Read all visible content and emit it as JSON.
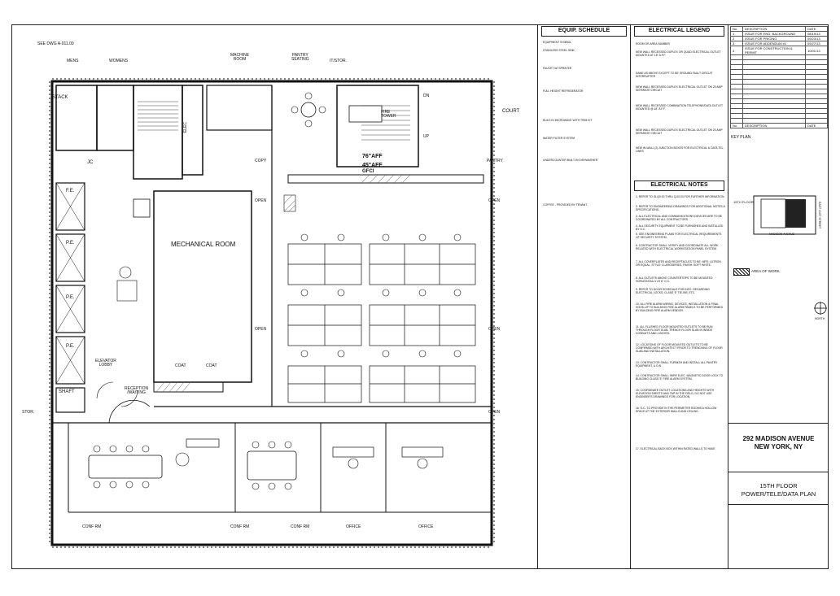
{
  "plan": {
    "ref_note": "SEE DWG\nA-011.00",
    "rooms": {
      "mens": "MENS",
      "womens": "WOMENS",
      "machine_room": "MACHINE\nROOM",
      "pantry_seating": "PANTRY\nSEATING",
      "it_stor": "IT/STOR.",
      "court": "COURT",
      "stack": "STACK",
      "jc": "JC",
      "fe": "F.E.",
      "pe1": "P.E.",
      "pe2": "P.E.",
      "pe3": "P.E.",
      "shaft": "SHAFT",
      "elevator_lobby": "ELEVATOR\nLOBBY",
      "mechanical_room": "MECHANICAL ROOM",
      "fire_tower": "FIRE\nTOWER",
      "copy": "COPY",
      "pantry": "PANTRY",
      "open": "OPEN",
      "coat": "COAT",
      "reception": "RECEPTION\n/WAITING",
      "stor": "STOR.",
      "conf_rm": "CONF RM",
      "office": "OFFICE",
      "elec": "ELEC",
      "dn": "DN",
      "up": "UP"
    },
    "dims": {
      "d1": "76\"AFF",
      "d2": "45\"AFF",
      "d3": "GFCI"
    }
  },
  "equip_schedule": {
    "title": "EQUIP. SCHEDULE",
    "items": [
      "EQUIPMENT SYMBOL",
      "STAINLESS STEEL SINK",
      "FAUCET W/ SPRAYER",
      "FULL HEIGHT REFRIGERATOR",
      "BUILT-IN MICROWAVE WITH TRIM KIT",
      "WATER FILTER SYSTEM",
      "UNDERCOUNTER BUILT-IN DISHWASHER",
      "COFFEE - PROVIDED BY TENANT"
    ]
  },
  "electrical_legend": {
    "title": "ELECTRICAL LEGEND",
    "items": [
      "ROOM OR AREA NUMBER",
      "NEW WALL RECESSED DUPLEX OR QUAD ELECTRICAL OUTLET MOUNTED AT 18\" A.F.F.",
      "SAME AS ABOVE EXCEPT TO BE GROUND FAULT CIRCUIT INTERRUPTER",
      "NEW WALL RECESSED DUPLEX ELECTRICAL OUTLET ON 20 AMP SEPARATE CIRCUIT",
      "NEW WALL RECESSED COMBINATION TELEPHONE/DATA OUTLET MOUNTED @ 18\" A.F.F.",
      "NEW WALL RECESSED DUPLEX ELECTRICAL OUTLET ON 20 AMP SEPARATE CIRCUIT",
      "NEW IN-WALL (2) JUNCTION BOXES FOR ELECTRICAL & DATA TEL. LINES"
    ]
  },
  "electrical_notes": {
    "title": "ELECTRICAL NOTES",
    "items": [
      "1. REFER TO GLQ0.00 THRU Q.00.00 FOR FURTHER INFORMATION.",
      "2. REFER TO ENGINEERING DRAWINGS FOR ADDITIONAL NOTES & SPECIFICATIONS.",
      "3. ALL ELECTRICAL AND COMMUNICATIONS DEVICES ARE TO BE COORDINATED BY ALL CONTRACTORS.",
      "4. ALL SECURITY EQUIPMENT TO BE FURNISHED AND INSTALLED BY G.C.",
      "5. SEE ENGINEERING PLANS FOR ELECTRICAL REQUIREMENTS OF SECURITY SYSTEM.",
      "6. CONTRACTOR SHALL VERIFY AND COORDINATE ALL WORK RELATED WITH ELECTRICAL WORKSTATION PANEL SYSTEM.",
      "7. ALL COVERPLATES AND RECEPTACLES TO BE: MFR: LUTRON OR EQUAL, STYLE: CLAROSERIES, FINISH: SOFT WHITE.",
      "8. ALL OUTLETS ABOVE COUNTERTOPS TO BE MOUNTED HORIZONTALLY AT 6\" O.C.",
      "9. REFER TO DOOR SCHEDULE FOR INFO. REGARDING ELECTRICAL LOCKS, CLASS 'E' TIE-INS, ETC.",
      "10. ALL FIRE ALARM WIRING, DEVICES, INSTALLATION & FINAL HOOK-UP TO BUILDING FIRE ALARM PANELS TO BE PERFORMED BY BUILDING FIRE ALARM VENDOR.",
      "11. ALL FLUSHED FLOOR MOUNTED OUTLETS TO BE RUN THROUGH FLOOR SLAB. TRENCH FLOOR SLAB IN INSIDE CONDUITS AND J-BOXES.",
      "12. LOCATIONS OF FLOOR MOUNTED OUTLETS TO BE CONFIRMED WITH ARCHITECT PRIOR TO TRENCHING OF FLOOR SLAB AND INSTALLATION.",
      "13. CONTRACTOR SHALL FURNISH AND INSTALL ALL PANTRY EQUIPMENT, U.O.N.",
      "14. CONTRACTOR SHALL WIRE ELEC. MAGNETIC DOOR LOCK TO BUILDING CLASS 'E' FIRE ALARM SYSTEM.",
      "15. COORDINATE OUTLET LOCATIONS AND HEIGHTS WITH ELEVATION SHEETS AND TAP IN THE FIELD. DO NOT USE ENGINEER'S DRAWINGS FOR LOCATION.",
      "16. G.C. TO PROVIDE IN THE PERIMETER ROOMS A HOLLOW SPACE AT THE EXTERIOR WALLS AND CEILING.",
      "17. ELECTRICAL BACK BOX WITHIN RATED WALLS TO HAVE"
    ]
  },
  "revisions": {
    "headers": [
      "No.",
      "DESCRIPTION",
      "DATE"
    ],
    "rows": [
      [
        "1",
        "ISSUE FOR ENG. BACKGROUND",
        "08/19/13"
      ],
      [
        "2",
        "ISSUE FOR PRICING",
        "09/23/13"
      ],
      [
        "3",
        "ISSUE FOR ADDENDUM #1",
        "09/27/13"
      ],
      [
        "4",
        "ISSUE FOR CONSTRUCTION & PERMIT",
        "10/01/13"
      ]
    ],
    "headers2": [
      "No.",
      "DESCRIPTION",
      "DATE"
    ]
  },
  "key_plan": {
    "title": "KEY PLAN",
    "floor": "15TH FLOOR",
    "street_side": "EAST 41ST STREET",
    "street_bottom": "MADISON AVENUE",
    "area_of_work": "AREA OF WORK",
    "north": "NORTH"
  },
  "title_block": {
    "address_line1": "292 MADISON AVENUE",
    "address_line2": "NEW YORK, NY",
    "sheet_title1": "15TH FLOOR",
    "sheet_title2": "POWER/TELE/DATA PLAN"
  }
}
